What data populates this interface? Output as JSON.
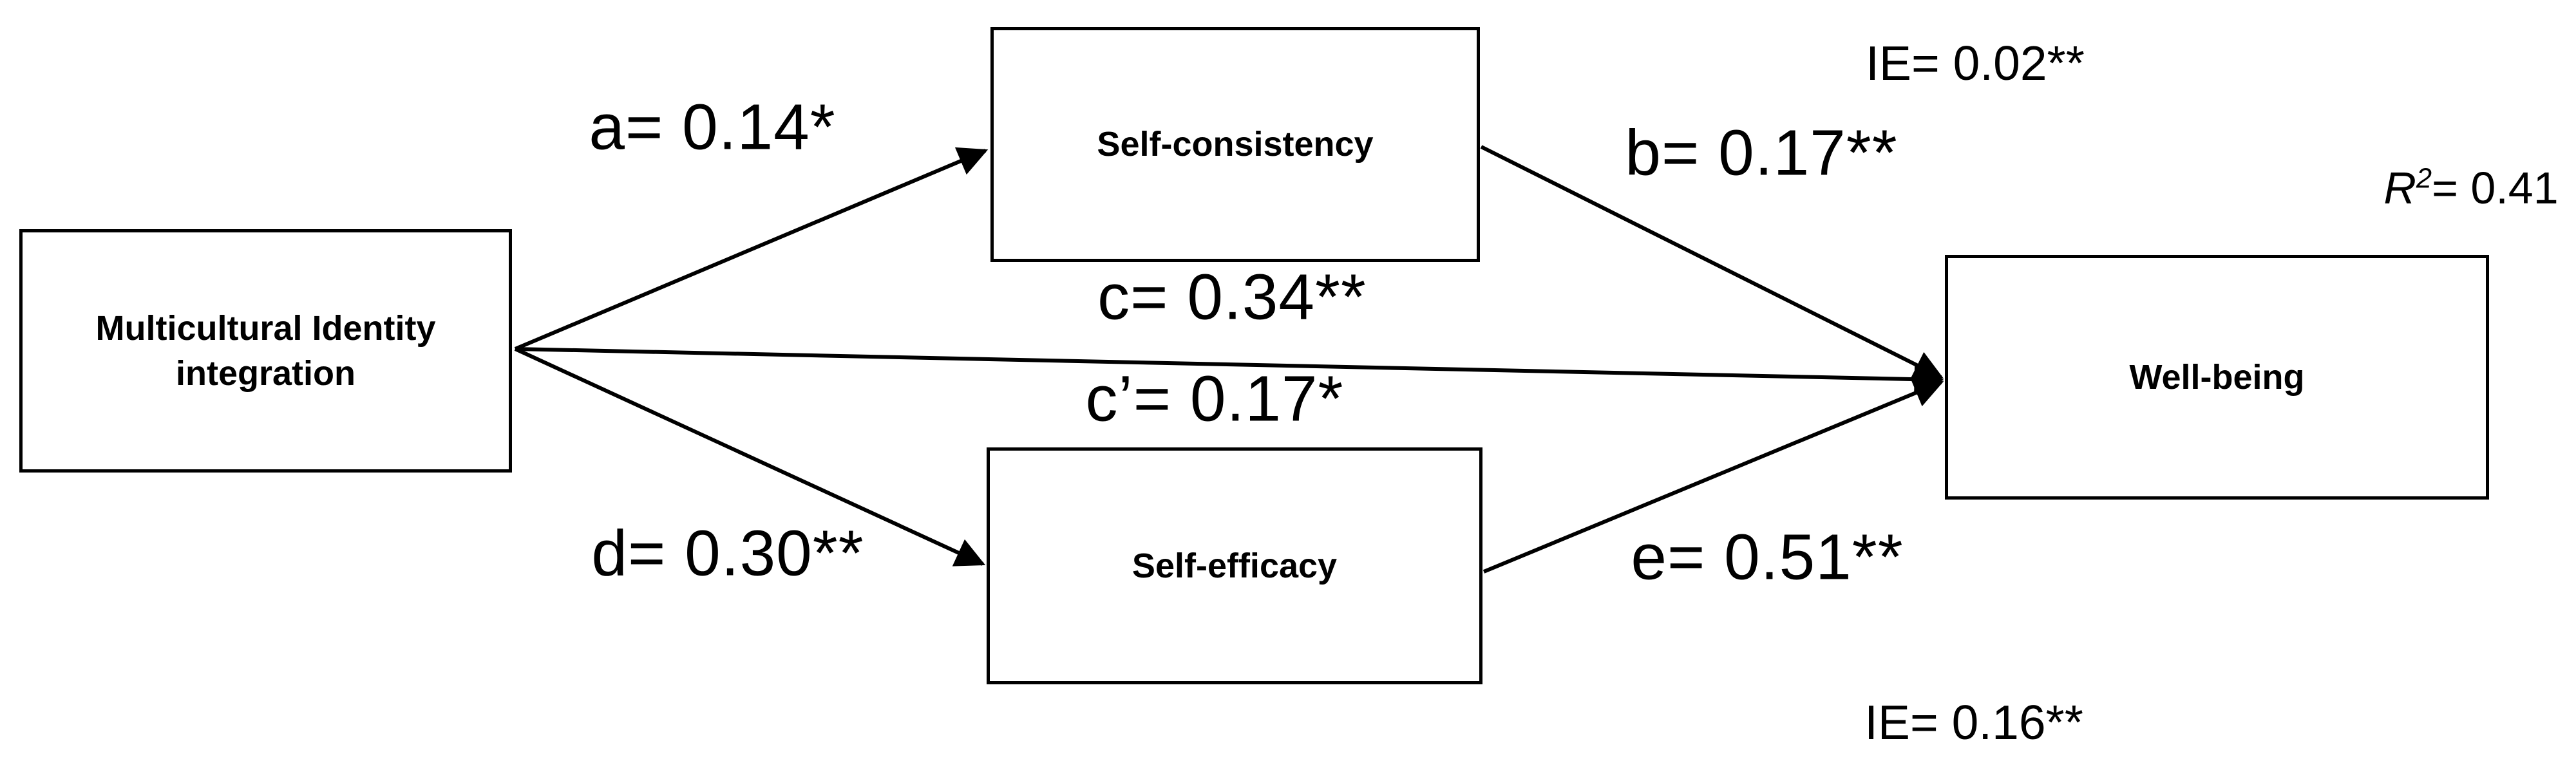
{
  "diagram": {
    "type": "mediation-path-model",
    "nodes": [
      {
        "id": "mii",
        "label": "Multicultural Identity integration",
        "role": "predictor"
      },
      {
        "id": "self_consistency",
        "label": "Self-consistency",
        "role": "mediator"
      },
      {
        "id": "self_efficacy",
        "label": "Self-efficacy",
        "role": "mediator"
      },
      {
        "id": "well_being",
        "label": "Well-being",
        "role": "outcome"
      }
    ],
    "edges": [
      {
        "id": "a",
        "from": "mii",
        "to": "self_consistency",
        "label": "a= 0.14*"
      },
      {
        "id": "b",
        "from": "self_consistency",
        "to": "well_being",
        "label": "b= 0.17**"
      },
      {
        "id": "c",
        "from": "mii",
        "to": "well_being",
        "label_above": "c= 0.34**",
        "label_below": "c’= 0.17*"
      },
      {
        "id": "d",
        "from": "mii",
        "to": "self_efficacy",
        "label": "d= 0.30**"
      },
      {
        "id": "e",
        "from": "self_efficacy",
        "to": "well_being",
        "label": "e= 0.51**"
      }
    ],
    "annotations": {
      "ie_top": "IE= 0.02**",
      "ie_bottom": "IE= 0.16**",
      "r_squared": {
        "base": "R",
        "sup": "2",
        "rest": "= 0.41"
      }
    },
    "colors": {
      "background": "#ffffff",
      "box_fill": "#ffffff",
      "box_border": "#000000",
      "line": "#000000",
      "text": "#000000"
    }
  }
}
